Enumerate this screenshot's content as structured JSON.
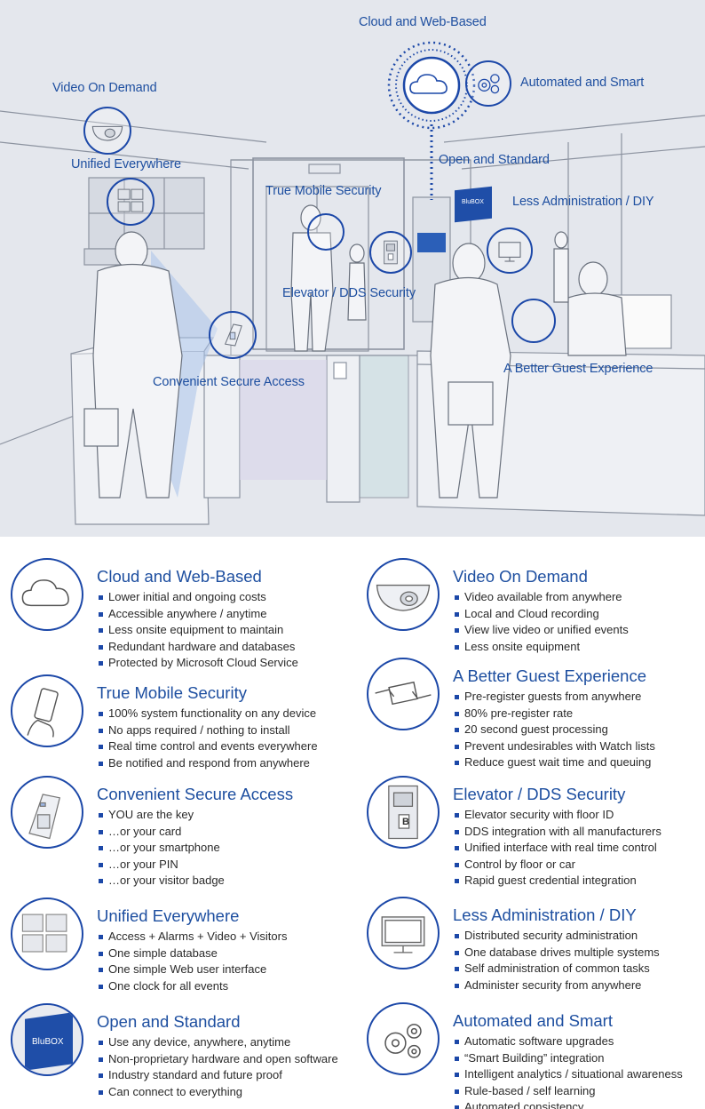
{
  "scene": {
    "callouts": {
      "cloud": "Cloud and Web-Based",
      "automated": "Automated and Smart",
      "video": "Video On Demand",
      "unified": "Unified Everywhere",
      "open": "Open and Standard",
      "mobile": "True Mobile Security",
      "lessadmin": "Less Administration / DIY",
      "elevator": "Elevator / DDS Security",
      "guest": "A Better Guest Experience",
      "access": "Convenient Secure Access"
    },
    "box_logo": "BluBOX",
    "elevator_sign": "B"
  },
  "features": [
    {
      "title": "Cloud and Web-Based",
      "icon": "cloud-icon",
      "items": [
        "Lower initial and ongoing costs",
        "Accessible anywhere / anytime",
        "Less onsite equipment to maintain",
        "Redundant hardware and databases",
        "Protected by Microsoft Cloud Service"
      ]
    },
    {
      "title": "Video On Demand",
      "icon": "dome-camera-icon",
      "items": [
        "Video available from anywhere",
        "Local and Cloud recording",
        "View live video or unified events",
        "Less onsite equipment"
      ]
    },
    {
      "title": "True Mobile Security",
      "icon": "smartphone-icon",
      "items": [
        "100% system functionality on any device",
        "No apps required / nothing to install",
        "Real time control and events everywhere",
        "Be notified and respond from anywhere"
      ]
    },
    {
      "title": "A Better Guest Experience",
      "icon": "handshake-card-icon",
      "items": [
        "Pre-register guests from anywhere",
        "80% pre-register rate",
        "20 second guest processing",
        "Prevent undesirables with Watch lists",
        "Reduce guest wait time and queuing"
      ]
    },
    {
      "title": "Convenient Secure Access",
      "icon": "card-reader-icon",
      "items": [
        "YOU are the key",
        "…or your card",
        "…or your smartphone",
        "…or your PIN",
        "…or your visitor badge"
      ]
    },
    {
      "title": "Elevator / DDS Security",
      "icon": "elevator-panel-icon",
      "items": [
        "Elevator security with floor ID",
        "DDS integration with all manufacturers",
        "Unified interface with real time control",
        "Control by floor or car",
        "Rapid guest credential integration"
      ]
    },
    {
      "title": "Unified Everywhere",
      "icon": "unified-grid-icon",
      "items": [
        "Access + Alarms + Video + Visitors",
        "One simple database",
        "One simple Web user interface",
        "One clock for all events"
      ]
    },
    {
      "title": "Less Administration / DIY",
      "icon": "monitor-icon",
      "items": [
        "Distributed security administration",
        "One database drives multiple systems",
        "Self administration of common tasks",
        "Administer security from anywhere"
      ]
    },
    {
      "title": "Open and Standard",
      "icon": "blubox-logo-icon",
      "logo_text": "BluBOX",
      "items": [
        "Use any device, anywhere, anytime",
        "Non-proprietary hardware and open software",
        "Industry standard and future proof",
        "Can connect to everything"
      ]
    },
    {
      "title": "Automated and Smart",
      "icon": "gears-icon",
      "items": [
        "Automatic software upgrades",
        "“Smart Building” integration",
        "Intelligent analytics / situational awareness",
        "Rule-based / self learning",
        "Automated consistency"
      ]
    }
  ],
  "colors": {
    "accent": "#1c48a8",
    "title": "#1e4fa0",
    "scene_bg": "#e4e7ed"
  }
}
